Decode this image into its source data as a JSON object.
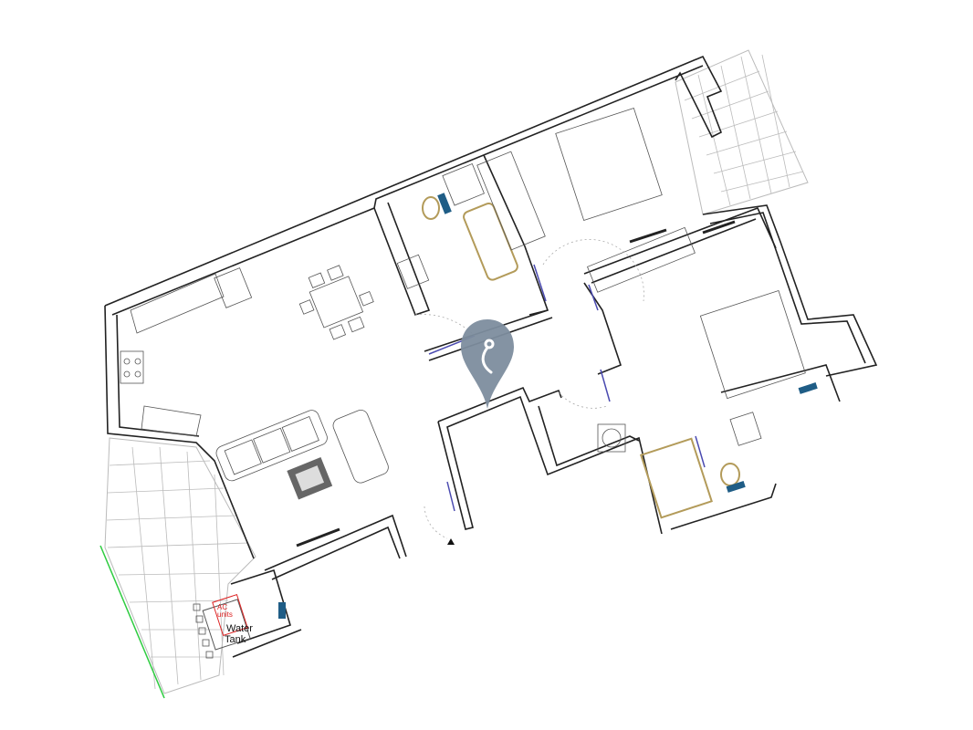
{
  "plan": {
    "labels": {
      "water_tank_line1": "Water",
      "water_tank_line2": "Tank",
      "ac_units": "AC units"
    },
    "colors": {
      "walls": "#222222",
      "fixtures": "#b39b5a",
      "doors": "#4a4ab0",
      "radiators": "#1f5d86",
      "pin": "#7d8d9e",
      "boundary": "#2ecc40",
      "ac_units": "#dd2222"
    },
    "pin_icon": "map-pin-icon"
  }
}
